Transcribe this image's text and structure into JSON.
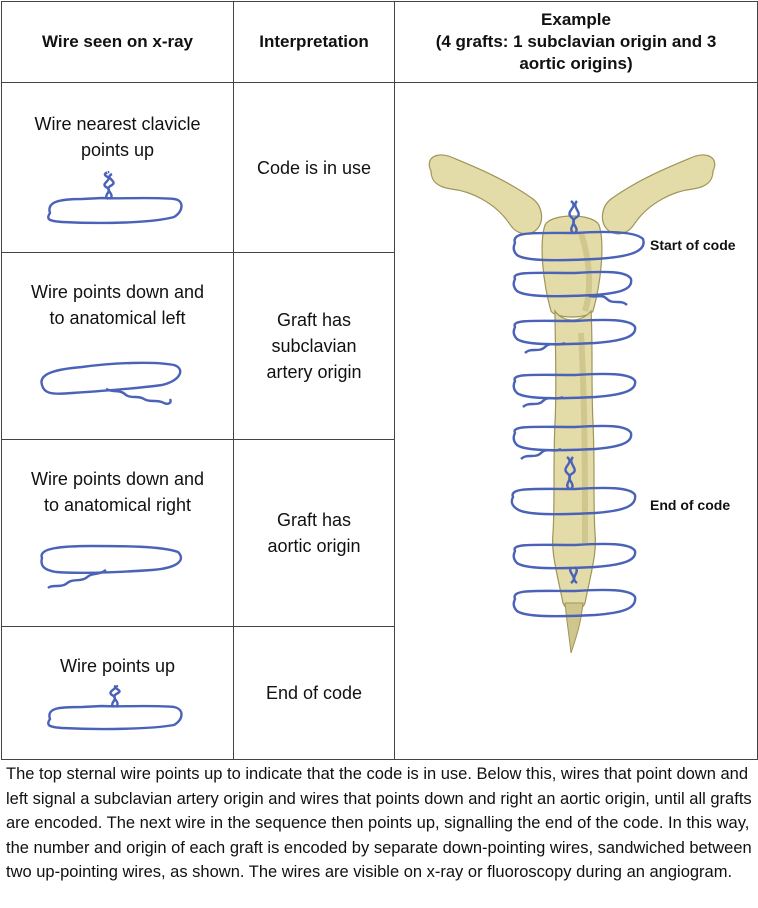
{
  "table": {
    "headers": {
      "wire": "Wire seen on x-ray",
      "interpretation": "Interpretation",
      "example_line1": "Example",
      "example_line2": "(4 grafts: 1 subclavian origin and 3",
      "example_line3": "aortic origins)"
    },
    "rows": [
      {
        "wire_line1": "Wire nearest clavicle",
        "wire_line2": "points up",
        "interp_line1": "Code is in use",
        "interp_line2": "",
        "interp_line3": "",
        "wire_icon": "wire-points-up-icon"
      },
      {
        "wire_line1": "Wire points down and",
        "wire_line2": "to anatomical left",
        "interp_line1": "Graft has",
        "interp_line2": "subclavian",
        "interp_line3": "artery origin",
        "wire_icon": "wire-down-left-icon"
      },
      {
        "wire_line1": "Wire points down and",
        "wire_line2": "to anatomical right",
        "interp_line1": "Graft has",
        "interp_line2": "aortic origin",
        "interp_line3": "",
        "wire_icon": "wire-down-right-icon"
      },
      {
        "wire_line1": "Wire points up",
        "wire_line2": "",
        "interp_line1": "End of code",
        "interp_line2": "",
        "interp_line3": "",
        "wire_icon": "wire-points-up-icon"
      }
    ],
    "example": {
      "start_label": "Start of code",
      "end_label": "End of code",
      "illustration_icon": "sternum-with-wires-icon"
    }
  },
  "caption": "The top sternal wire points up to indicate that the code is in use. Below this, wires that point down and left signal a subclavian artery origin and wires that points down and right an aortic origin, until all grafts are encoded. The next wire in the sequence then points up, signalling the end of the code. In this way, the number and origin of each graft is encoded by separate down-pointing wires, sandwiched between two up-pointing wires, as shown. The wires are visible on x-ray or fluoroscopy during an angiogram.",
  "colors": {
    "wire": "#4a63b8",
    "bone_fill": "#e3dca8",
    "bone_shade": "#b8ae6e",
    "border": "#444444"
  }
}
